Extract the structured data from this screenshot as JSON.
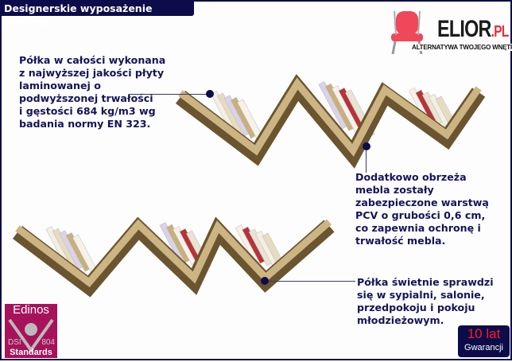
{
  "header": {
    "title": "Designerskie wyposażenie wnętrza"
  },
  "brand": {
    "name": "ELIOR",
    "suffix": ".PL",
    "tagline": "ALTERNATYWA TWOJEGO WNĘTRZA",
    "accent": "#e3323a"
  },
  "callouts": [
    {
      "text": "Półka w całości wykonana\nz najwyższej jakości płyty\nlaminowanej o\npodwyższonej trwałości\ni gęstości 684 kg/m3 wg\nbadania normy EN 323."
    },
    {
      "text": "Dodatkowo obrzeża\nmebla zostały\nzabezpieczone warstwą\nPCV o grubości 0,6 cm,\nco zapewnia ochronę i\ntrwałość mebla."
    },
    {
      "text": "Półka świetnie sprawdzi\nsię w sypialni, salonie,\nprzedpokoju i pokoju\nmłodzieżowym."
    }
  ],
  "badge": {
    "name": "Edinos",
    "left": "DSI",
    "right": "804",
    "bottom": "Standards"
  },
  "warranty": {
    "years": "10 lat",
    "label": "Gwarancji"
  }
}
